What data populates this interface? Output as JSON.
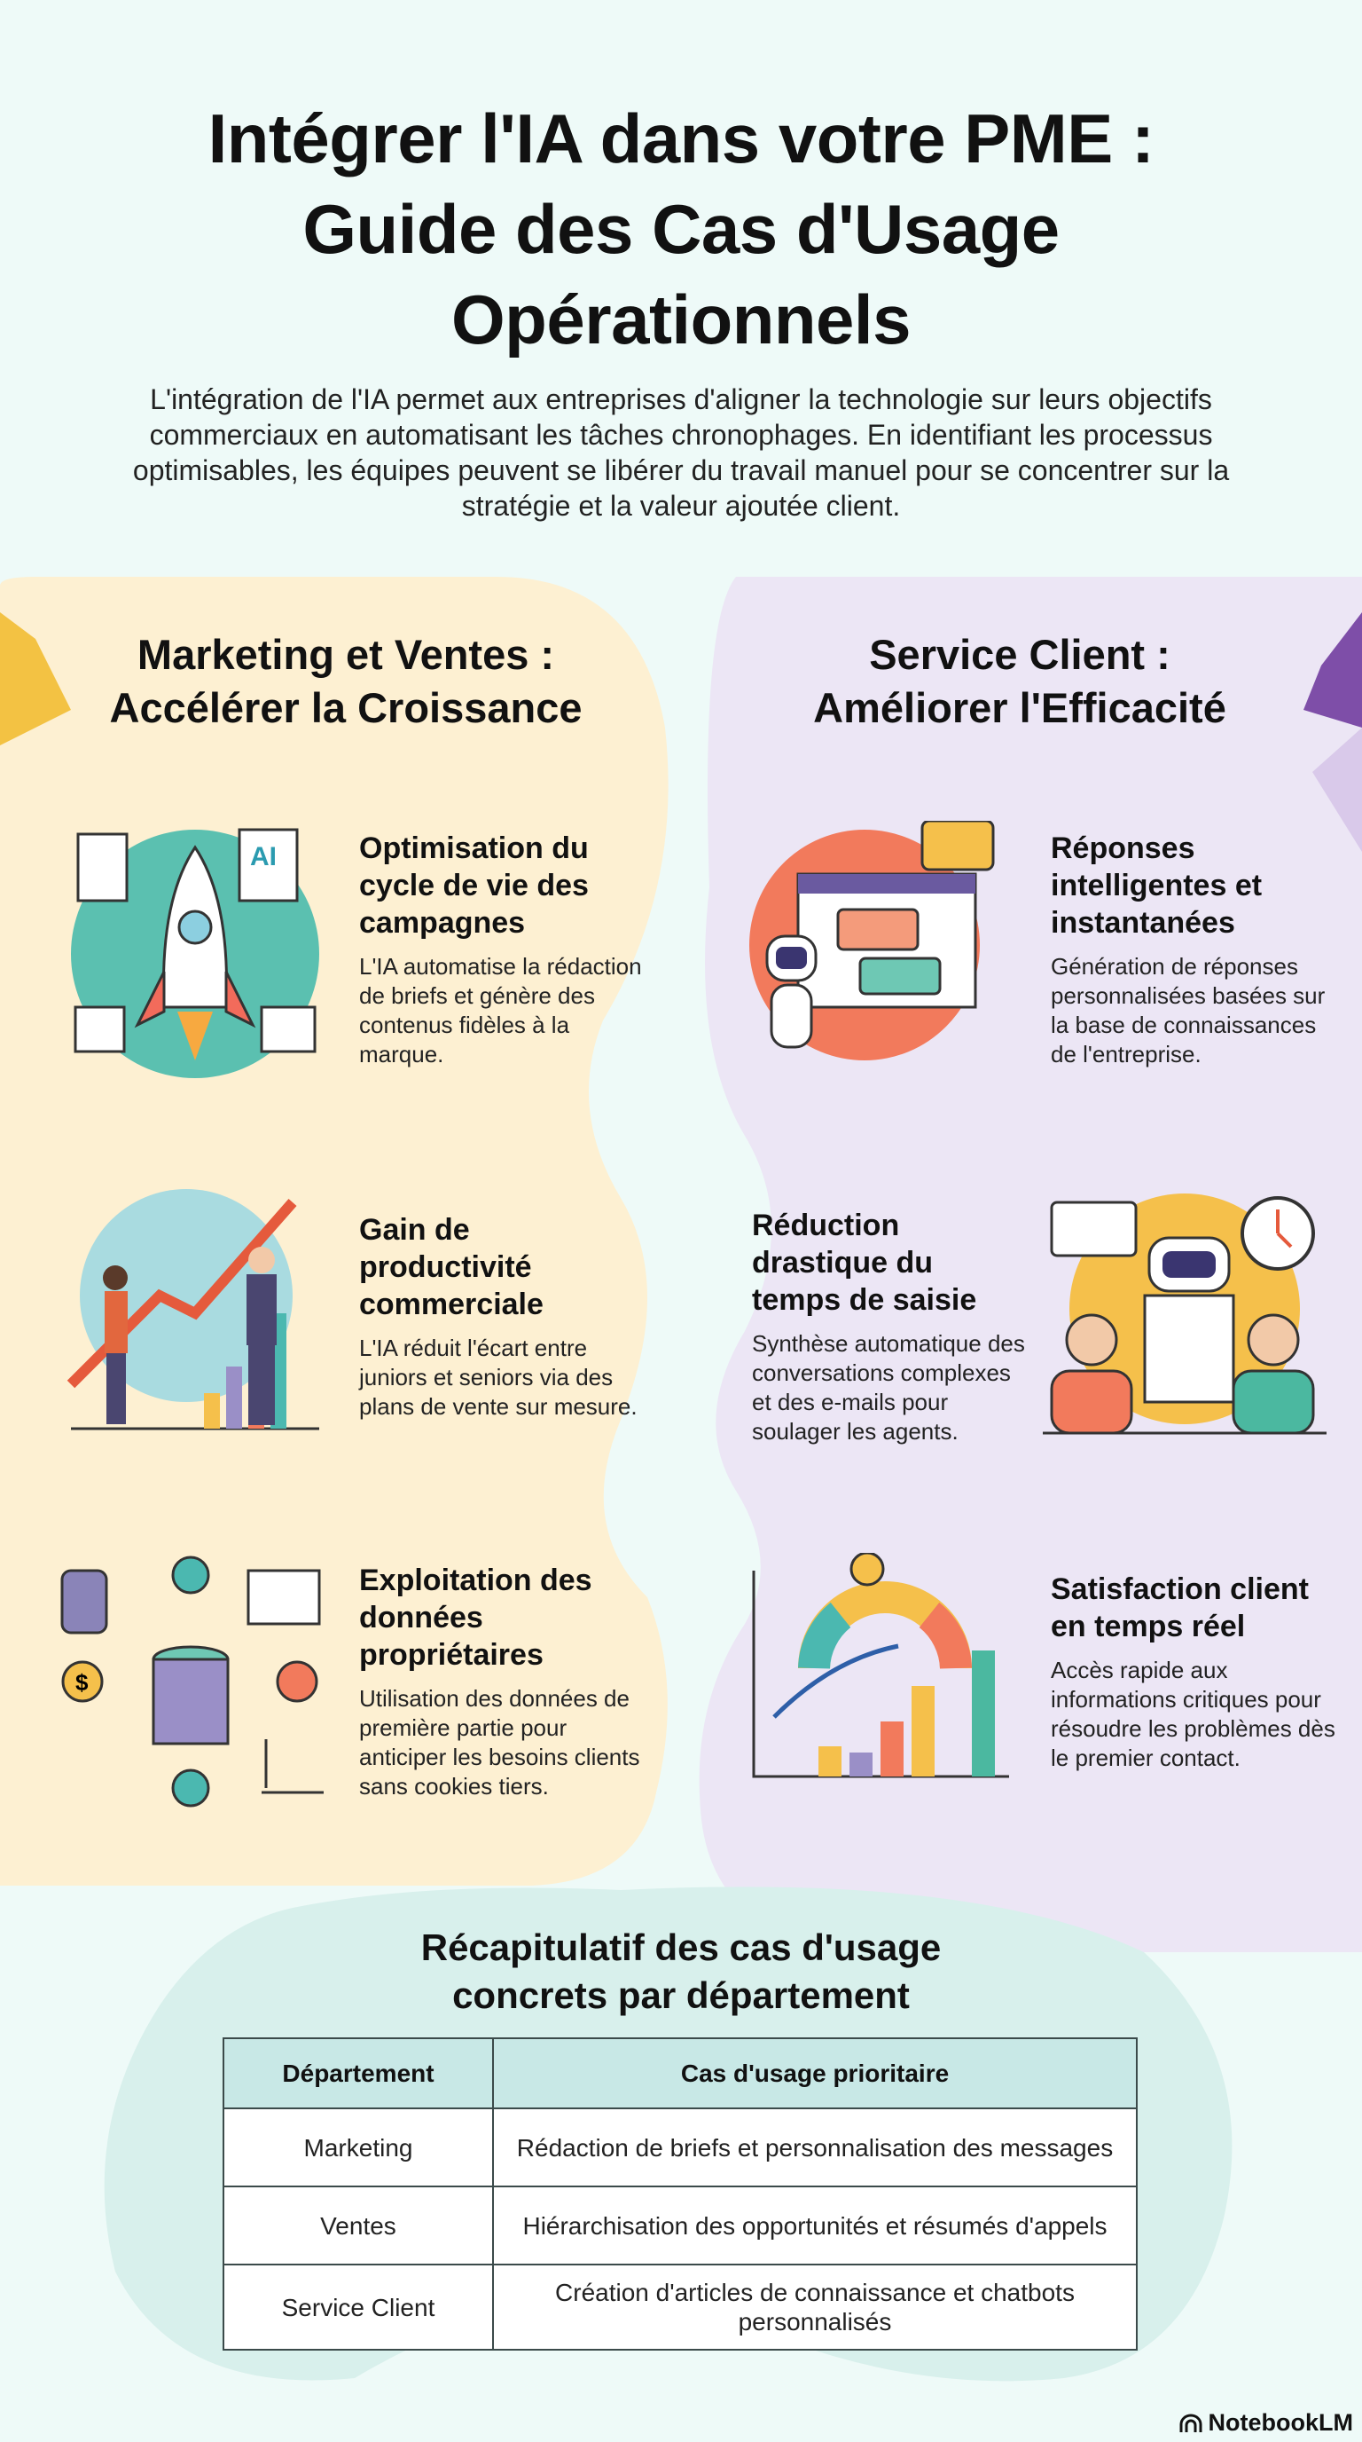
{
  "header": {
    "title_lines": [
      "Intégrer l'IA dans votre PME :",
      "Guide des Cas d'Usage",
      "Opérationnels"
    ],
    "intro": "L'intégration de l'IA permet aux entreprises d'aligner la technologie sur leurs objectifs commerciaux en automatisant les tâches chronophages. En identifiant les processus optimisables, les équipes peuvent se libérer du travail manuel pour se concentrer sur la stratégie et la valeur ajoutée client."
  },
  "marketing": {
    "title_lines": [
      "Marketing et Ventes :",
      "Accélérer la Croissance"
    ],
    "items": [
      {
        "title": "Optimisation du cycle de vie des campagnes",
        "desc": "L'IA automatise la rédaction de briefs et génère des contenus fidèles à la marque.",
        "icon": "rocket-icon"
      },
      {
        "title": "Gain de productivité commerciale",
        "desc": "L'IA réduit l'écart entre juniors et seniors via des plans de vente sur mesure.",
        "icon": "growth-chart-icon"
      },
      {
        "title": "Exploitation des données propriétaires",
        "desc": "Utilisation des données de première partie pour anticiper les besoins clients sans cookies tiers.",
        "icon": "database-icon"
      }
    ]
  },
  "service": {
    "title_lines": [
      "Service Client :",
      "Améliorer l'Efficacité"
    ],
    "items": [
      {
        "title": "Réponses intelligentes et instantanées",
        "desc": "Génération de réponses personnalisées basées sur la base de connaissances de l'entreprise.",
        "icon": "chatbot-icon"
      },
      {
        "title": "Réduction drastique du temps de saisie",
        "desc": "Synthèse automatique des conversations complexes et des e-mails pour soulager les agents.",
        "icon": "robot-agents-icon"
      },
      {
        "title": "Satisfaction client en temps réel",
        "desc": "Accès rapide aux informations critiques pour résoudre les problèmes dès le premier contact.",
        "icon": "satisfaction-gauge-icon"
      }
    ]
  },
  "summary": {
    "title_lines": [
      "Récapitulatif des cas d'usage",
      "concrets par département"
    ],
    "headers": [
      "Département",
      "Cas d'usage prioritaire"
    ],
    "rows": [
      [
        "Marketing",
        "Rédaction de briefs et personnalisation des messages"
      ],
      [
        "Ventes",
        "Hiérarchisation des opportunités et résumés d'appels"
      ],
      [
        "Service Client",
        "Création d'articles de connaissance et chatbots personnalisés"
      ]
    ]
  },
  "footer": {
    "brand": "NotebookLM"
  },
  "colors": {
    "marketing_bg": "#fdf0d2",
    "service_bg": "#ece6f5",
    "summary_bg": "#d8f0ec",
    "table_header": "#c8e8e6"
  }
}
